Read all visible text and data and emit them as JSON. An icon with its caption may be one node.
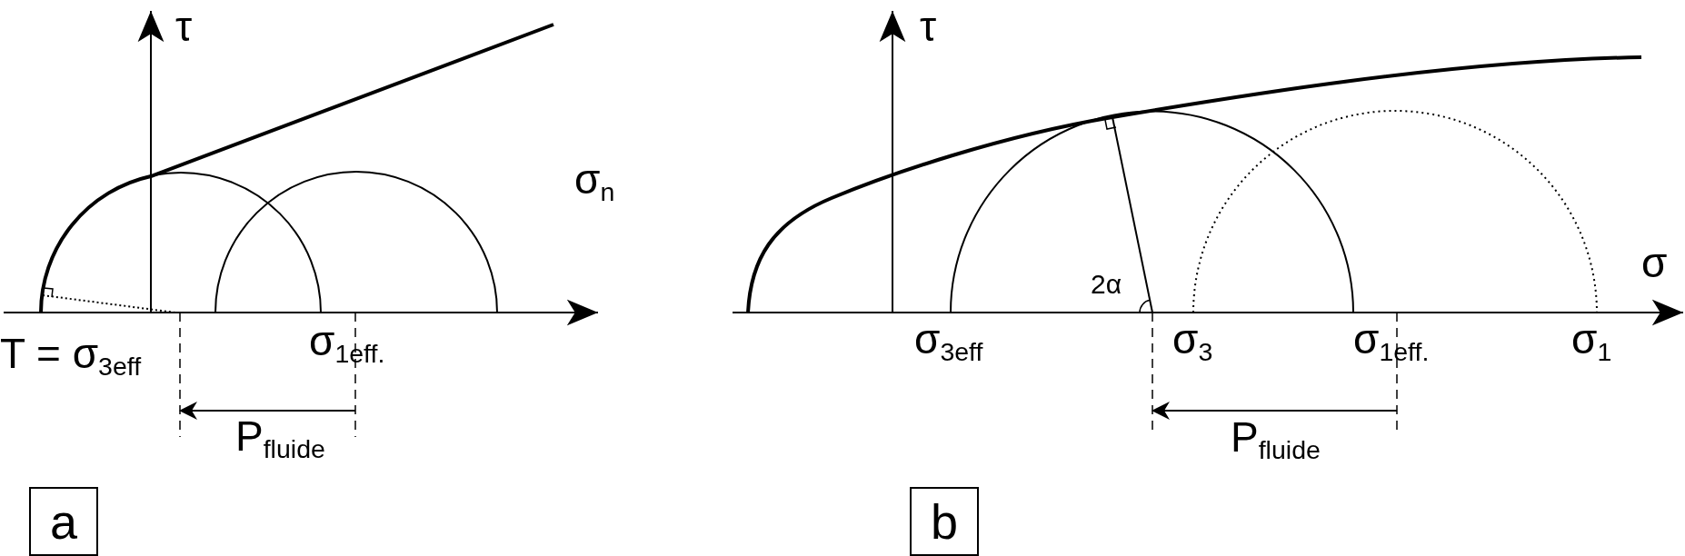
{
  "diagram": {
    "nodes": [
      {
        "text": [
          "a"
        ]
      },
      {
        "text": [
          "b"
        ]
      }
    ],
    "edges": [],
    "labels": [
      "τ",
      "σ$_{n}$",
      "T = σ$_{3eff}$",
      "σ$_{1eff.}$",
      "P$_{fluide}$",
      "τ",
      "σ",
      "2α",
      "σ$_{3eff}$",
      "σ$_{3}$",
      "σ$_{1eff.}$",
      "σ$_{1}$",
      "P$_{fluide}$"
    ]
  }
}
